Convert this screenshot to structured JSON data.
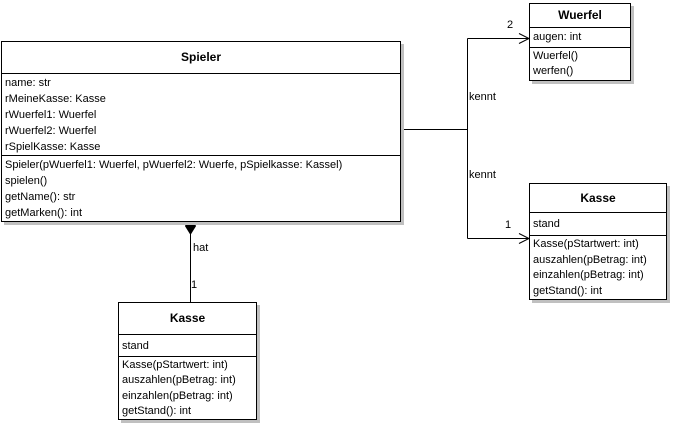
{
  "diagram": {
    "background_color": "#ffffff",
    "line_color": "#000000",
    "shadow_color": "#c0c0c0"
  },
  "classes": {
    "spieler": {
      "title": "Spieler",
      "attributes": [
        "name: str",
        "rMeineKasse: Kasse",
        "rWuerfel1: Wuerfel",
        "rWuerfel2: Wuerfel",
        "rSpielKasse: Kasse"
      ],
      "methods": [
        "Spieler(pWuerfel1: Wuerfel, pWuerfel2: Wuerfe, pSpielkasse: Kassel)",
        "spielen()",
        "getName(): str",
        "getMarken(): int"
      ]
    },
    "wuerfel": {
      "title": "Wuerfel",
      "attributes": [
        "augen: int"
      ],
      "methods": [
        "Wuerfel()",
        "werfen()"
      ]
    },
    "kasse_right": {
      "title": "Kasse",
      "attributes": [
        "stand"
      ],
      "methods": [
        "Kasse(pStartwert: int)",
        "auszahlen(pBetrag: int)",
        "einzahlen(pBetrag: int)",
        "getStand(): int"
      ]
    },
    "kasse_bottom": {
      "title": "Kasse",
      "attributes": [
        "stand"
      ],
      "methods": [
        "Kasse(pStartwert: int)",
        "auszahlen(pBetrag: int)",
        "einzahlen(pBetrag: int)",
        "getStand(): int"
      ]
    }
  },
  "relations": {
    "kennt_wuerfel": {
      "label": "kennt",
      "multiplicity": "2"
    },
    "kennt_kasse": {
      "label": "kennt",
      "multiplicity": "1"
    },
    "hat_kasse": {
      "label": "hat",
      "multiplicity": "1"
    }
  }
}
